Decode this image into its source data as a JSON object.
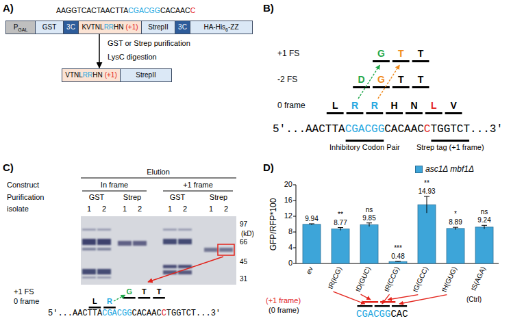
{
  "diagram": {
    "nodes": [
      {
        "text": [
          "P",
          "GAL"
        ]
      },
      {
        "text": [
          "GST"
        ]
      },
      {
        "text": [
          "3C"
        ]
      },
      {
        "text": [
          "KVTNL",
          "RR",
          "HN",
          "(+1)"
        ]
      },
      {
        "text": [
          "StrepII"
        ]
      },
      {
        "text": [
          "3C"
        ]
      },
      {
        "text": [
          "HA-His",
          "6",
          "-ZZ"
        ]
      },
      {
        "text": [
          "VTNL",
          "RR",
          "HN",
          "(+1)"
        ]
      },
      {
        "text": [
          "StrepII"
        ]
      }
    ],
    "edges": [
      {
        "from": 3,
        "to": 7,
        "arrow": "to"
      }
    ],
    "labels": [
      "A)",
      "AAGGTCACTAACTTA",
      "CGACGG",
      "CACAAC",
      "C",
      "GST or Strep purification",
      "LysC digestion",
      "B)",
      "+1 FS",
      "G",
      "T",
      "T",
      "-2 FS",
      "D",
      "G",
      "T",
      "T",
      "0 frame",
      "L",
      "R",
      "R",
      "H",
      "N",
      "L",
      "V",
      "5'...AACTTA",
      "CGACGG",
      "CACAAC",
      "C",
      "TGGTCT...3'",
      "Inhibitory Codon Pair",
      "Strep tag (+1 frame)",
      "C)",
      "Elution",
      "Construct",
      "In frame",
      "+1 frame",
      "Purification",
      "GST",
      "Strep",
      "GST",
      "Strep",
      "isolate",
      "1",
      "2",
      "1",
      "2",
      "1",
      "2",
      "1",
      "2",
      "97",
      "(kD)",
      "66",
      "45",
      "31",
      "+1 FS",
      "G",
      "T",
      "T",
      "0 frame",
      "L",
      "R",
      "5'...AACTTA",
      "CGACGG",
      "CACAAC",
      "C",
      "TGGTCT...3'",
      "D)",
      "GFP/RFP*100",
      "0",
      "4",
      "8",
      "12",
      "16",
      "20",
      "ev",
      "tR(ICG)",
      "tD(GUC)",
      "tR(CCG)",
      "tG(GCC)",
      "tH(GUG)",
      "tS(AGA)",
      "(Ctrl)",
      "9.94",
      "8.77",
      "9.85",
      "0.48",
      "14.93",
      "8.89",
      "9.24",
      "**",
      "ns",
      "***",
      "**",
      "*",
      "ns",
      "(+1 frame)",
      "(0 frame)",
      "CGACGG",
      "CAC"
    ],
    "legend": [
      {
        "text": "asc1Δ mbf1Δ",
        "color": "#3da5d9"
      }
    ]
  }
}
